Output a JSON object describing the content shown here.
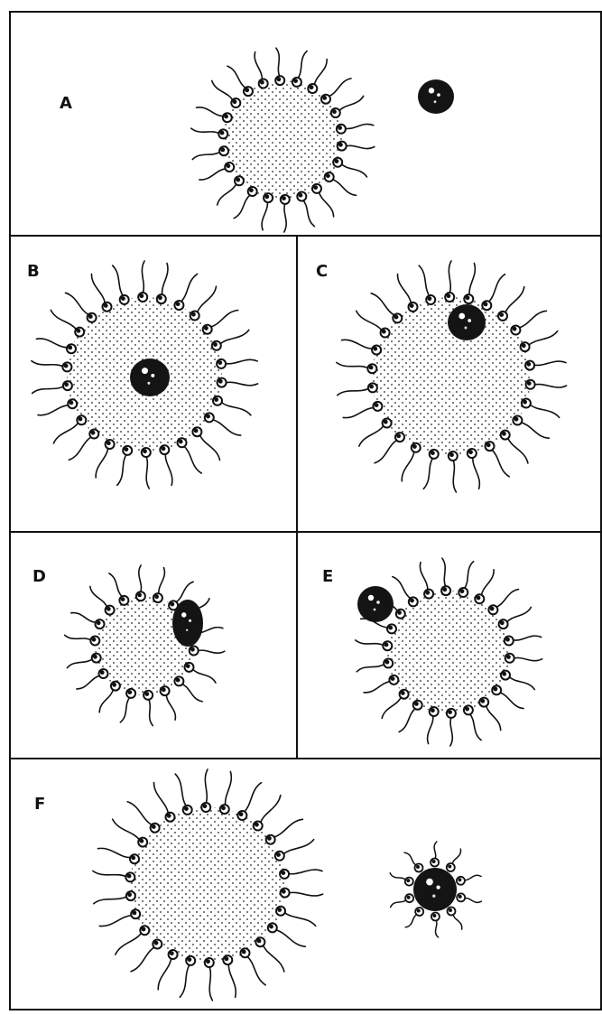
{
  "panels": [
    {
      "id": "A",
      "label": "A"
    },
    {
      "id": "B",
      "label": "B"
    },
    {
      "id": "C",
      "label": "C"
    },
    {
      "id": "D",
      "label": "D"
    },
    {
      "id": "E",
      "label": "E"
    },
    {
      "id": "F",
      "label": "F"
    }
  ],
  "colors": {
    "ink": "#111111",
    "particle": "#141414",
    "interior": "#ffffff"
  },
  "icons": {
    "micelle": "micelle-icon",
    "particle": "dark-particle-icon",
    "surfactant": "surfactant-molecule-icon"
  }
}
